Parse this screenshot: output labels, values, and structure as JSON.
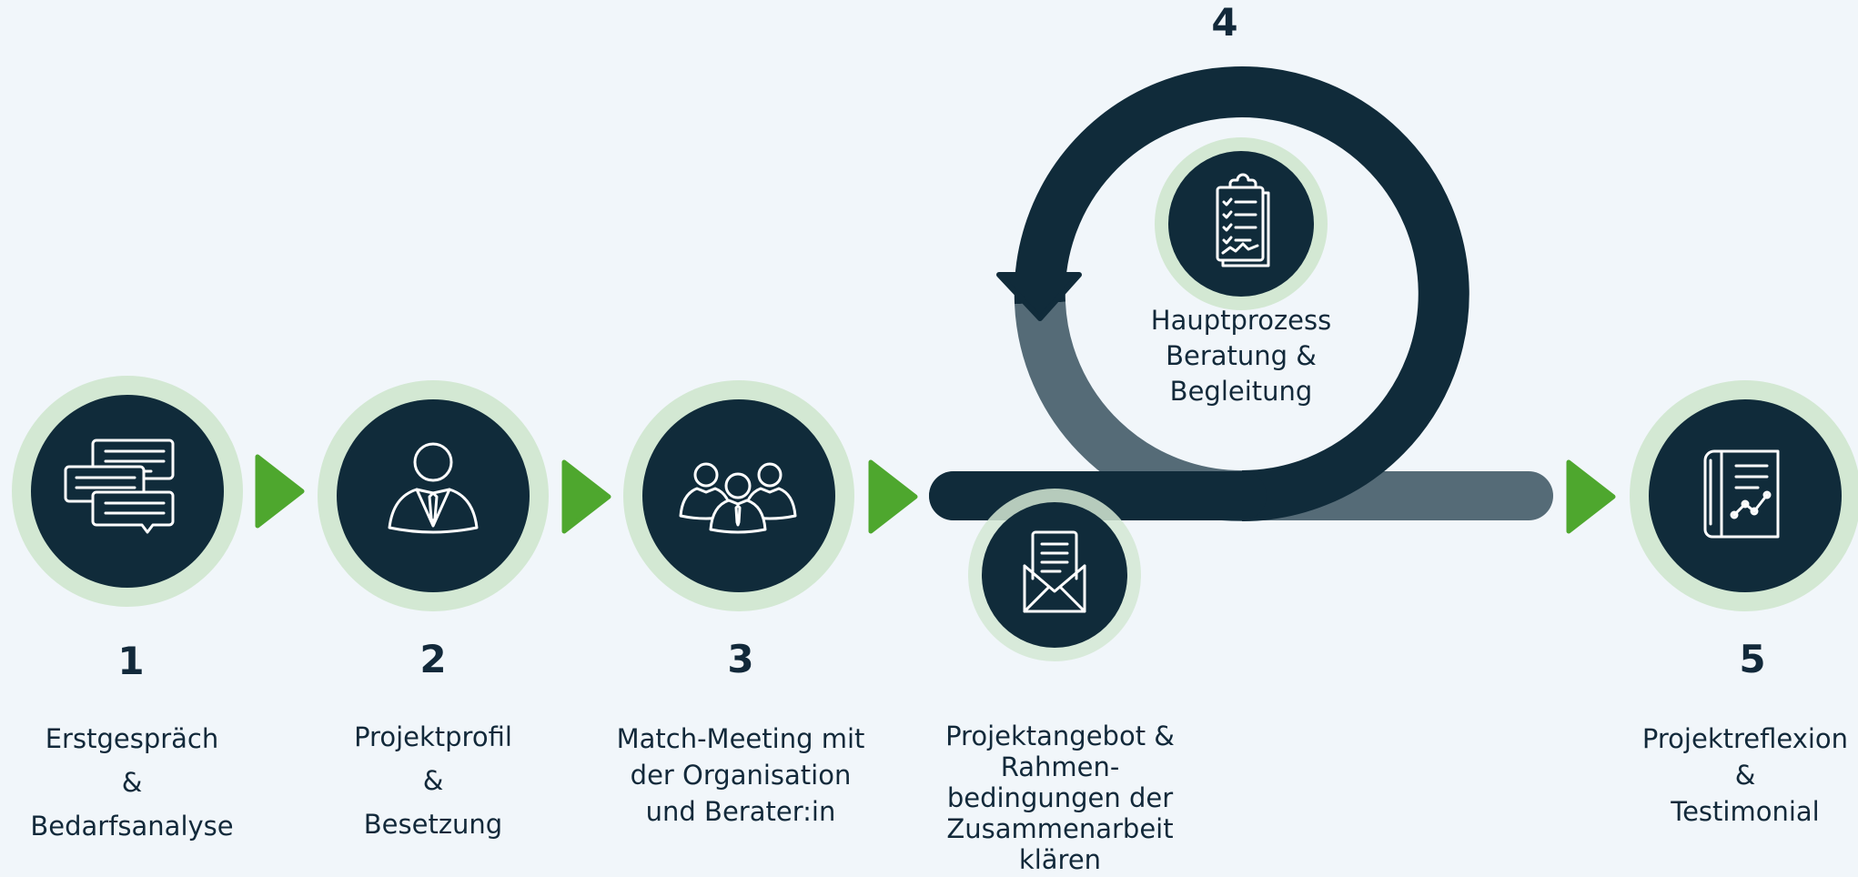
{
  "colors": {
    "background": "#f1f6fa",
    "navy": "#102b3a",
    "ring": "#d3e8d3",
    "arrow_green": "#4ea72e",
    "track_grey": "#556b77",
    "icon_stroke": "#ffffff",
    "text": "#12293a"
  },
  "steps": [
    {
      "number": "1",
      "icon": "speech-bubbles-icon",
      "lines": [
        "Erstgespräch",
        "&",
        "Bedarfsanalyse"
      ]
    },
    {
      "number": "2",
      "icon": "person-suit-icon",
      "lines": [
        "Projektprofil",
        "&",
        "Besetzung"
      ]
    },
    {
      "number": "3",
      "icon": "team-group-icon",
      "lines": [
        "Match-Meeting mit",
        "der Organisation",
        "und Berater:in"
      ]
    },
    {
      "number": "",
      "icon": "envelope-letter-icon",
      "lines": [
        "Projektangebot &",
        "Rahmen-",
        "bedingungen der",
        "Zusammenarbeit",
        "klären"
      ]
    },
    {
      "number": "4",
      "icon": "clipboard-checklist-icon",
      "lines": [
        "Hauptprozess",
        "Beratung &",
        "Begleitung"
      ]
    },
    {
      "number": "5",
      "icon": "report-chart-icon",
      "lines": [
        "Projektreflexion",
        "&",
        "Testimonial"
      ]
    }
  ]
}
